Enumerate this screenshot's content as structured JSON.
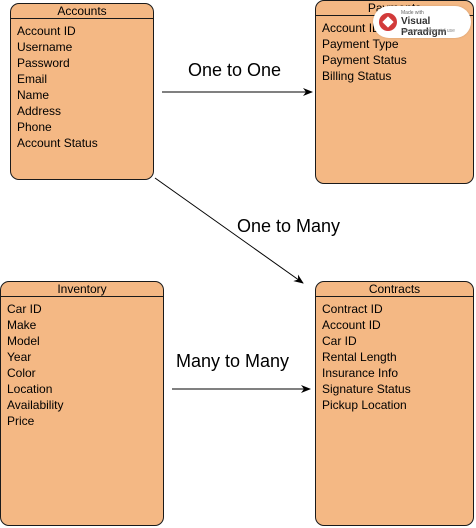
{
  "entities": {
    "accounts": {
      "title": "Accounts",
      "attributes": [
        "Account ID",
        "Username",
        "Password",
        "Email",
        "Name",
        "Address",
        "Phone",
        "Account Status"
      ]
    },
    "payments": {
      "title": "Payments",
      "attributes": [
        "Account ID",
        "Payment Type",
        "Payment Status",
        "Billing Status"
      ]
    },
    "inventory": {
      "title": "Inventory",
      "attributes": [
        "Car ID",
        "Make",
        "Model",
        "Year",
        "Color",
        "Location",
        "Availability",
        "Price"
      ]
    },
    "contracts": {
      "title": "Contracts",
      "attributes": [
        "Contract ID",
        "Account ID",
        "Car ID",
        "Rental Length",
        "Insurance Info",
        "Signature Status",
        "Pickup Location"
      ]
    }
  },
  "relationships": {
    "accounts_payments": "One to One",
    "accounts_contracts": "One to Many",
    "inventory_contracts": "Many to Many"
  },
  "watermark": {
    "made_with": "Made with",
    "brand": "Visual Paradigm",
    "note": "For non-commercial use"
  },
  "colors": {
    "entity_fill": "#f4b884",
    "border": "#1a1a1a",
    "line": "#000000"
  }
}
